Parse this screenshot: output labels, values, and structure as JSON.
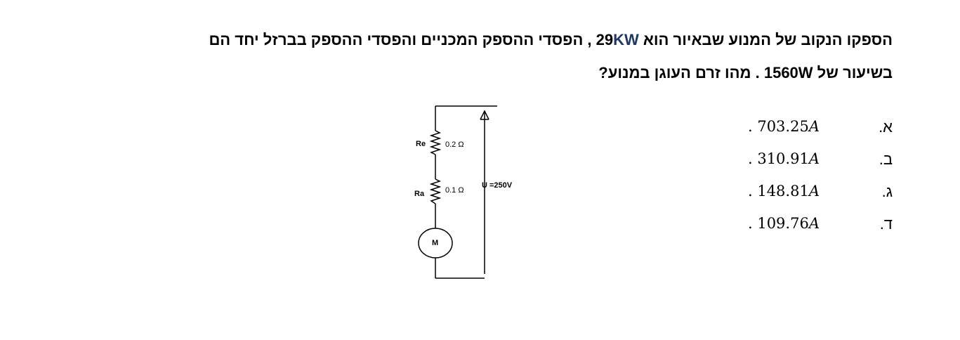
{
  "question": {
    "line1_start": "הספקו הנקוב של המנוע שבאיור הוא ",
    "line1_value": "29",
    "line1_unit": "KW",
    "line1_end": " , הפסדי ההספק המכניים והפסדי ההספק בברזל יחד הם",
    "line2": "בשיעור של 1560W . מהו זרם העוגן במנוע?"
  },
  "options": [
    {
      "letter": "א.",
      "value_num": ". 703.25",
      "value_unit": "A"
    },
    {
      "letter": "ב.",
      "value_num": ". 310.91",
      "value_unit": "A"
    },
    {
      "letter": "ג.",
      "value_num": ". 148.81",
      "value_unit": "A"
    },
    {
      "letter": "ד.",
      "value_num": ". 109.76",
      "value_unit": "A"
    }
  ],
  "circuit": {
    "re_label": "Re",
    "re_value": "0.2 Ω",
    "ra_label": "Ra",
    "ra_value": "0.1 Ω",
    "voltage_label": "U =250V",
    "motor_label": "M"
  }
}
